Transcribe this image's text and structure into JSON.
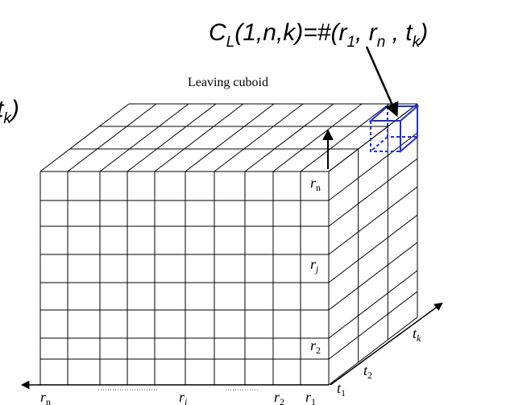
{
  "formula": {
    "main": "C",
    "sub_L": "L",
    "args_open": "(1,n,k)=#(r",
    "sub_1": "1",
    "mid_1": ", r",
    "sub_n": "n",
    "mid_2": " , t",
    "sub_k": "k",
    "close": ")"
  },
  "left_fragment": {
    "text": "t",
    "sub": "k",
    "close": ")"
  },
  "leaving_label": "Leaving cuboid",
  "front_labels": {
    "rn": {
      "base": "r",
      "sub": "n"
    },
    "rj": {
      "base": "r",
      "sub": "j"
    },
    "r2": {
      "base": "r",
      "sub": "2"
    }
  },
  "bottom_labels": {
    "rn": {
      "base": "r",
      "sub": "n"
    },
    "ri": {
      "base": "r",
      "sub": "i"
    },
    "r2": {
      "base": "r",
      "sub": "2"
    },
    "r1": {
      "base": "r",
      "sub": "1"
    }
  },
  "depth_labels": {
    "t1": {
      "base": "t",
      "sub": "1"
    },
    "t2": {
      "base": "t",
      "sub": "2"
    },
    "tk": {
      "base": "t",
      "sub": "k"
    }
  },
  "colors": {
    "grid": "#000000",
    "highlight": "#1f2fd1",
    "dotted": "#666666"
  }
}
